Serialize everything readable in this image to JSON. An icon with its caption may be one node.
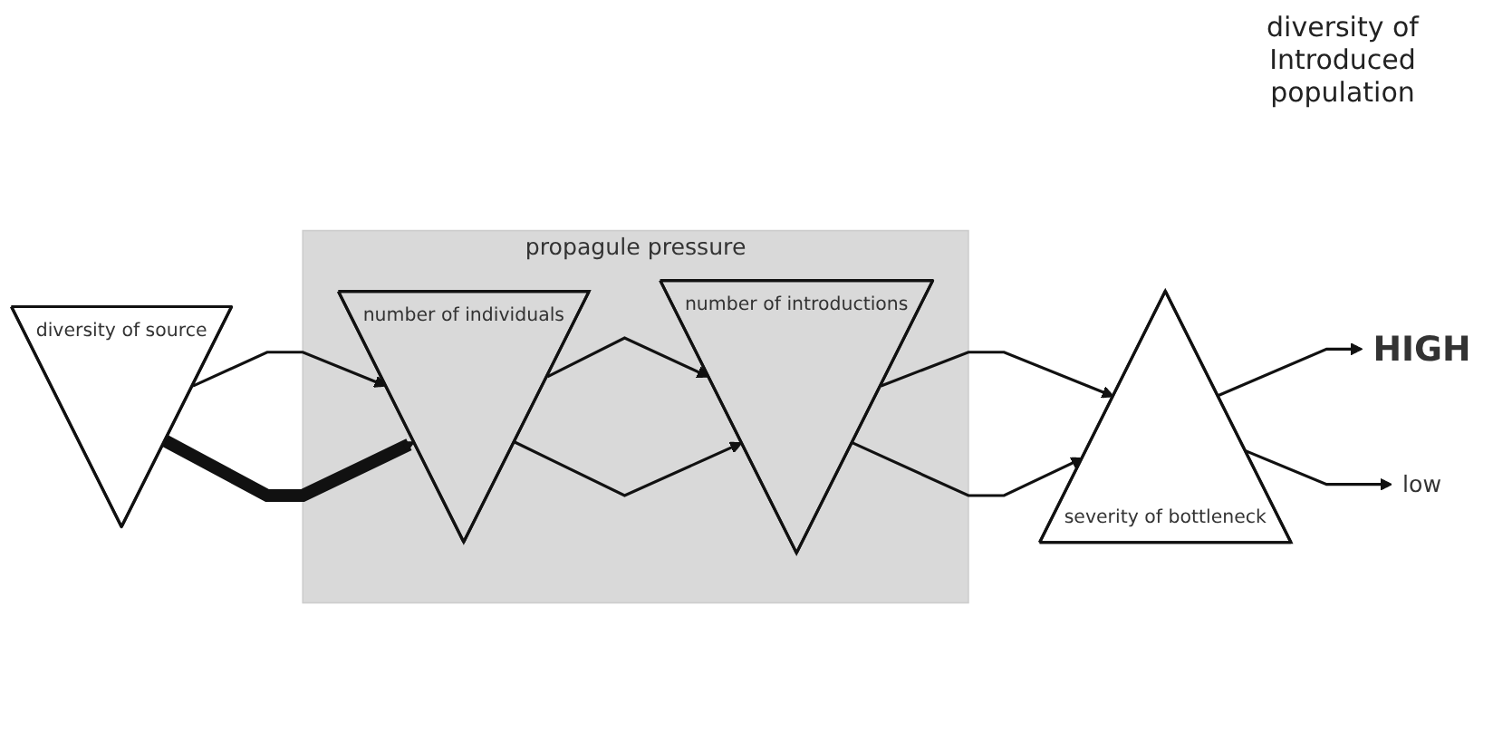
{
  "diagram": {
    "nodes": [
      {
        "text": [
          "diversity of source"
        ]
      },
      {
        "text": [
          "propagule pressure"
        ]
      },
      {
        "text": [
          "number of individuals"
        ],
        "in": 1
      },
      {
        "text": [
          "number of introductions"
        ],
        "in": 1
      },
      {
        "text": [
          "severity of bottleneck"
        ]
      },
      {
        "text": [
          "HIGH"
        ]
      },
      {
        "text": [
          "low"
        ]
      }
    ],
    "edges": [
      {
        "from": 0,
        "to": 2,
        "arrow": "to"
      },
      {
        "from": 0,
        "to": 2,
        "arrow": "to",
        "style": "thick"
      },
      {
        "from": 2,
        "to": 3,
        "arrow": "to"
      },
      {
        "from": 2,
        "to": 3,
        "arrow": "to"
      },
      {
        "from": 3,
        "to": 4,
        "arrow": "to"
      },
      {
        "from": 3,
        "to": 4,
        "arrow": "to"
      },
      {
        "from": 4,
        "to": 5,
        "arrow": "to"
      },
      {
        "from": 4,
        "to": 6,
        "arrow": "to"
      }
    ],
    "labels": [
      "diversity of Introduced population"
    ]
  }
}
